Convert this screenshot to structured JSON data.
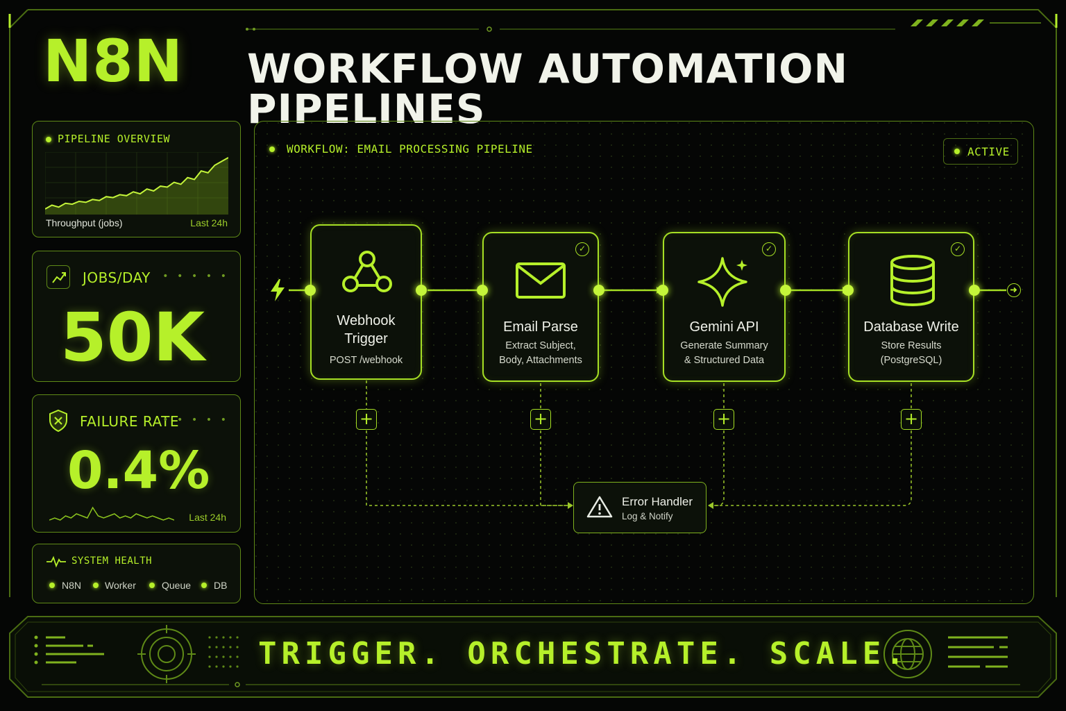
{
  "header": {
    "brand": "N8N",
    "title": "WORKFLOW AUTOMATION PIPELINES"
  },
  "colors": {
    "accent": "#b6f02a",
    "background": "#050605",
    "panel_border": "#5f8a17",
    "text": "#f0f2ea"
  },
  "sidebar": {
    "overview": {
      "label": "PIPELINE OVERVIEW",
      "caption": "Throughput (jobs)",
      "range": "Last 24h",
      "sparkline": [
        12,
        16,
        14,
        18,
        17,
        20,
        19,
        22,
        21,
        25,
        24,
        27,
        26,
        30,
        28,
        33,
        31,
        36,
        35,
        40,
        38,
        45,
        43,
        52,
        50,
        58,
        62,
        66
      ]
    },
    "jobs": {
      "label": "JOBS/DAY",
      "value": "50K",
      "icon": "trend-up-icon"
    },
    "failure": {
      "label": "FAILURE RATE",
      "value": "0.4%",
      "range": "Last 24h",
      "icon": "shield-x-icon",
      "sparkline": [
        3,
        4,
        3,
        5,
        4,
        6,
        5,
        4,
        9,
        5,
        4,
        5,
        6,
        4,
        5,
        4,
        6,
        5,
        4,
        5,
        4,
        3,
        4,
        3
      ]
    },
    "health": {
      "label": "SYSTEM HEALTH",
      "icon": "pulse-icon",
      "items": [
        "N8N",
        "Worker",
        "Queue",
        "DB"
      ]
    }
  },
  "workflow": {
    "title": "WORKFLOW: EMAIL PROCESSING PIPELINE",
    "status": "ACTIVE",
    "nodes": [
      {
        "title": "Webhook Trigger",
        "title_line1": "Webhook",
        "title_line2": "Trigger",
        "sub1": "POST /webhook",
        "icon": "webhook-icon"
      },
      {
        "title": "Email Parse",
        "sub1": "Extract Subject,",
        "sub2": "Body, Attachments",
        "icon": "envelope-icon"
      },
      {
        "title": "Gemini API",
        "sub1": "Generate Summary",
        "sub2": "& Structured Data",
        "icon": "sparkle-icon"
      },
      {
        "title": "Database Write",
        "sub1": "Store Results",
        "sub2": "(PostgreSQL)",
        "icon": "database-icon"
      }
    ],
    "error_handler": {
      "title": "Error Handler",
      "sub": "Log & Notify",
      "icon": "warning-icon"
    }
  },
  "footer": {
    "tagline": "TRIGGER. ORCHESTRATE. SCALE."
  }
}
